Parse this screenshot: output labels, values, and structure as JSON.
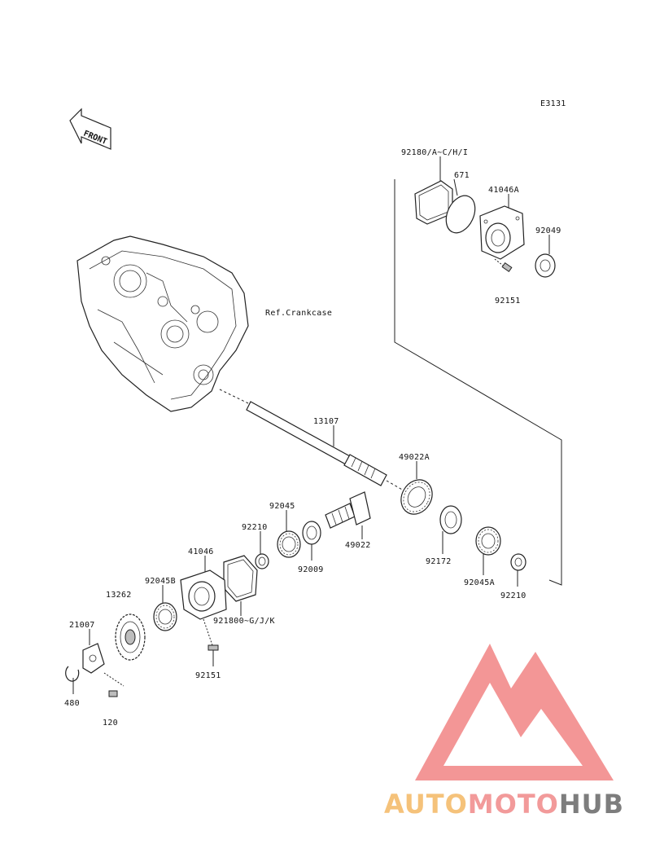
{
  "diagram": {
    "code": "E3131",
    "front_arrow_label": "FRONT",
    "ref_label": "Ref.Crankcase",
    "labels": {
      "p92180": "92180/A~C/H/I",
      "p671": "671",
      "p41046A": "41046A",
      "p92049": "92049",
      "p92151a": "92151",
      "p13107": "13107",
      "p49022A": "49022A",
      "p92045": "92045",
      "p92210a": "92210",
      "p49022": "49022",
      "p92009": "92009",
      "p92172": "92172",
      "p92045A": "92045A",
      "p92210b": "92210",
      "p41046": "41046",
      "p92045B": "92045B",
      "p13262": "13262",
      "p921800": "921800~G/J/K",
      "p21007": "21007",
      "p92151b": "92151",
      "p480": "480",
      "p120": "120"
    }
  },
  "watermark": {
    "brand_auto": "AUTO",
    "brand_moto": "MOTO",
    "brand_hub": "HUB",
    "colors": {
      "auto": "#f5c27a",
      "moto": "#f29a9a",
      "hub": "#7d7d7d",
      "logo": "#f28b8b"
    }
  }
}
